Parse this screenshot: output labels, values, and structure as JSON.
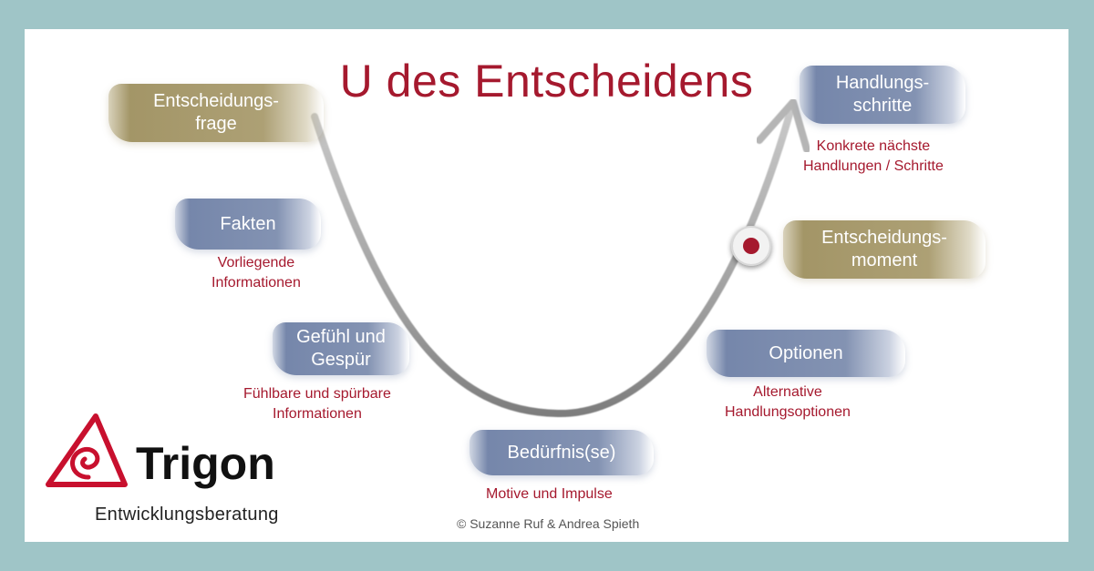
{
  "title": "U des Entscheidens",
  "colors": {
    "title": "#a5192e",
    "subtext": "#a5192e",
    "brush_blue": "#7688ab",
    "brush_gold": "#a8996a",
    "frame": "#9fc5c7",
    "marker_dot": "#a5192e"
  },
  "stages": [
    {
      "id": "entscheidungsfrage",
      "label_lines": [
        "Entscheidungs-",
        "frage"
      ],
      "style": "gold",
      "note_lines": []
    },
    {
      "id": "fakten",
      "label_lines": [
        "Fakten"
      ],
      "style": "blue",
      "note_lines": [
        "Vorliegende",
        "Informationen"
      ]
    },
    {
      "id": "gefuehl",
      "label_lines": [
        "Gefühl und",
        "Gespür"
      ],
      "style": "blue",
      "note_lines": [
        "Fühlbare und spürbare",
        "Informationen"
      ]
    },
    {
      "id": "beduerfnis",
      "label_lines": [
        "Bedürfnis(se)"
      ],
      "style": "blue",
      "note_lines": [
        "Motive und Impulse"
      ]
    },
    {
      "id": "optionen",
      "label_lines": [
        "Optionen"
      ],
      "style": "blue",
      "note_lines": [
        "Alternative",
        "Handlungsoptionen"
      ]
    },
    {
      "id": "entscheidungsmoment",
      "label_lines": [
        "Entscheidungs-",
        "moment"
      ],
      "style": "gold",
      "note_lines": []
    },
    {
      "id": "handlungsschritte",
      "label_lines": [
        "Handlungs-",
        "schritte"
      ],
      "style": "blue",
      "note_lines": [
        "Konkrete nächste",
        "Handlungen / Schritte"
      ]
    }
  ],
  "logo": {
    "brand": "Trigon",
    "tagline": "Entwicklungsberatung",
    "icon": "trigon-spiral-triangle-icon"
  },
  "copyright": "© Suzanne Ruf & Andrea Spieth"
}
